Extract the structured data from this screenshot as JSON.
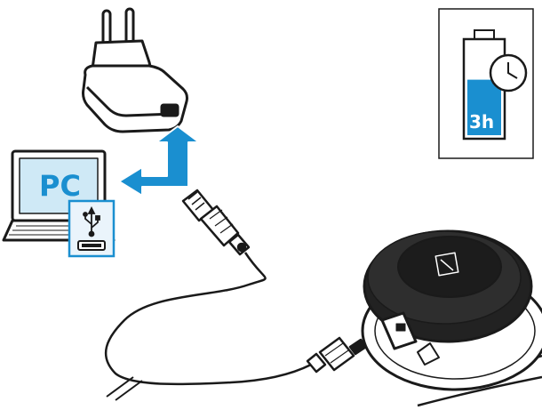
{
  "pc_screen": {
    "label": "PC"
  },
  "battery": {
    "charge_time_label": "3h",
    "charge_level_percent": 60
  },
  "colors": {
    "accent": "#1a8fd0",
    "pc_screen_bg": "#cfe9f6",
    "pc_text": "#1a8fd0",
    "stroke": "#1a1a1a",
    "light_fill": "#ffffff",
    "usb_panel_bg": "#eaf4fb"
  },
  "icons": [
    "power-adapter-icon",
    "laptop-icon",
    "usb-symbol-icon",
    "usb-port-icon",
    "usb-cable-icon",
    "headset-icon",
    "battery-icon",
    "clock-icon",
    "arrow-icon"
  ]
}
